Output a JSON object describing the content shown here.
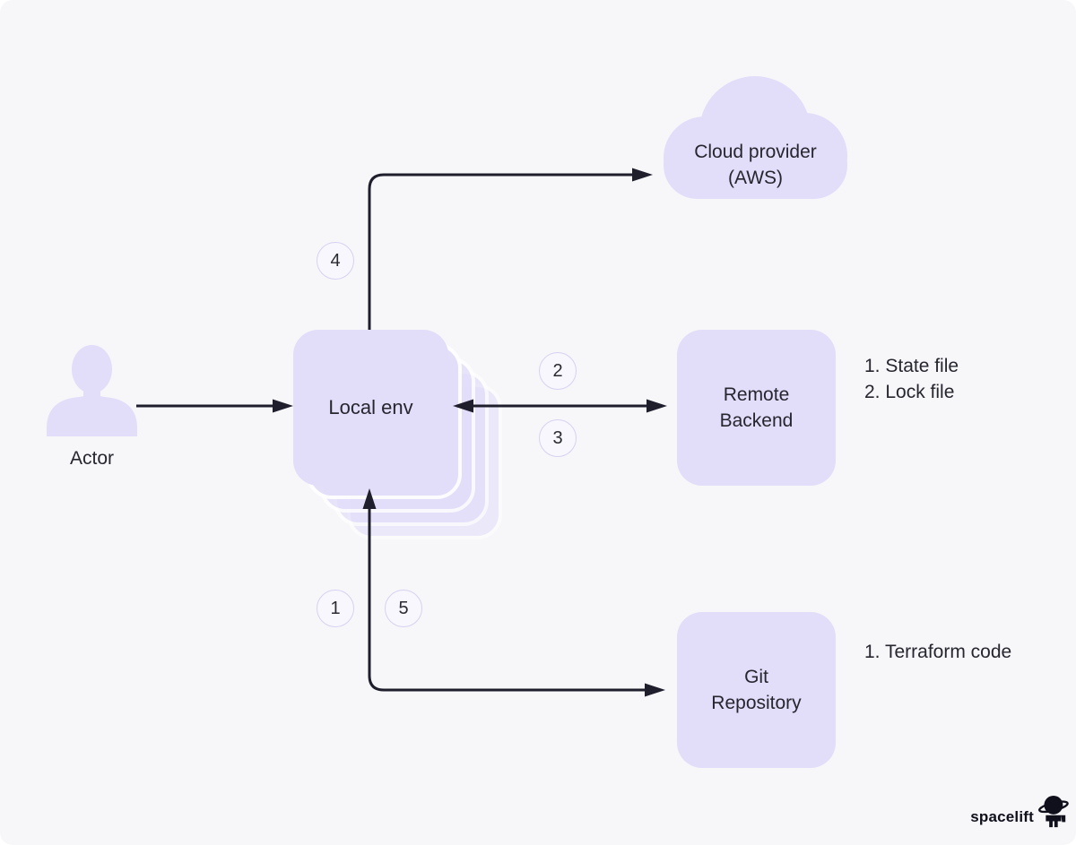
{
  "diagram": {
    "actor": {
      "label": "Actor"
    },
    "local_env": {
      "label": "Local env"
    },
    "cloud_provider": {
      "line1": "Cloud provider",
      "line2": "(AWS)"
    },
    "remote_backend": {
      "line1": "Remote",
      "line2": "Backend",
      "notes": [
        "1. State file",
        "2. Lock file"
      ]
    },
    "git_repository": {
      "line1": "Git",
      "line2": "Repository",
      "notes": [
        "1. Terraform code"
      ]
    },
    "badges": [
      {
        "label": "1"
      },
      {
        "label": "2"
      },
      {
        "label": "3"
      },
      {
        "label": "4"
      },
      {
        "label": "5"
      }
    ]
  },
  "branding": {
    "logo_text": "spacelift"
  },
  "colors": {
    "background": "#f7f7fa",
    "node_fill": "#e2ddf9",
    "line": "#1e1e2c",
    "text": "#26262f",
    "badge_border": "#d7d1f1",
    "badge_fill": "#f8f7fd",
    "logo": "#10101c"
  }
}
